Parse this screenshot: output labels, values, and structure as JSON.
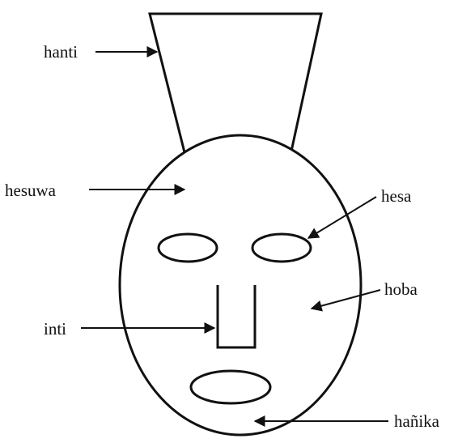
{
  "labels": {
    "hanti": "hanti",
    "hesuwa": "hesuwa",
    "hesa": "hesa",
    "hoba": "hoba",
    "inti": "inti",
    "hanika": "hañika"
  },
  "colors": {
    "stroke": "#111111",
    "background": "#ffffff"
  }
}
